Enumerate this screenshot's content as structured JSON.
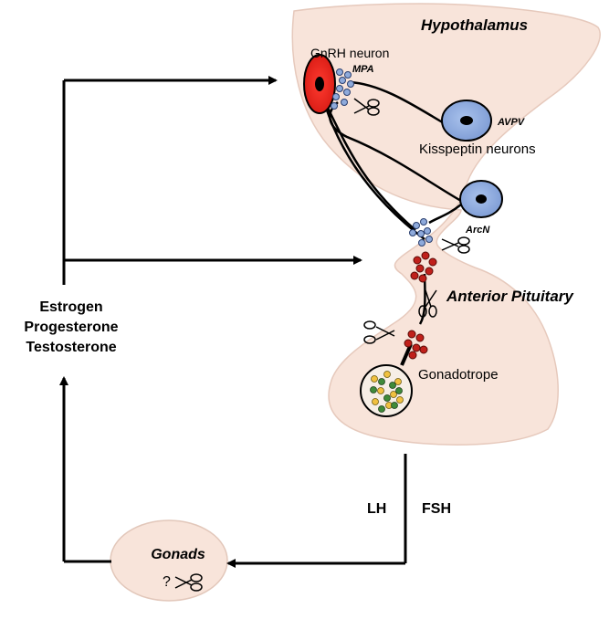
{
  "diagram": {
    "regions": {
      "hypothalamus": "Hypothalamus",
      "anterior_pituitary": "Anterior Pituitary",
      "gonads": "Gonads"
    },
    "cells": {
      "gnrh_neuron": "GnRH neuron",
      "kisspeptin_neurons": "Kisspeptin neurons",
      "gonadotrope": "Gonadotrope"
    },
    "nuclei": {
      "mpa": "MPA",
      "avpv": "AVPV",
      "arcn": "ArcN"
    },
    "hormones": {
      "lh": "LH",
      "fsh": "FSH",
      "steroids": [
        "Estrogen",
        "Progesterone",
        "Testosterone"
      ]
    },
    "gonads_question_mark": "?",
    "colors": {
      "tissue_fill": "#f8e4da",
      "gnrh_cell": "#e0201b",
      "kisspeptin_cell": "#8eaadb",
      "vesicle_blue": "#8eaadb",
      "vesicle_red": "#c0201b",
      "granule_yellow": "#f0c040",
      "granule_green": "#3f8a3a",
      "line": "#000000"
    }
  }
}
